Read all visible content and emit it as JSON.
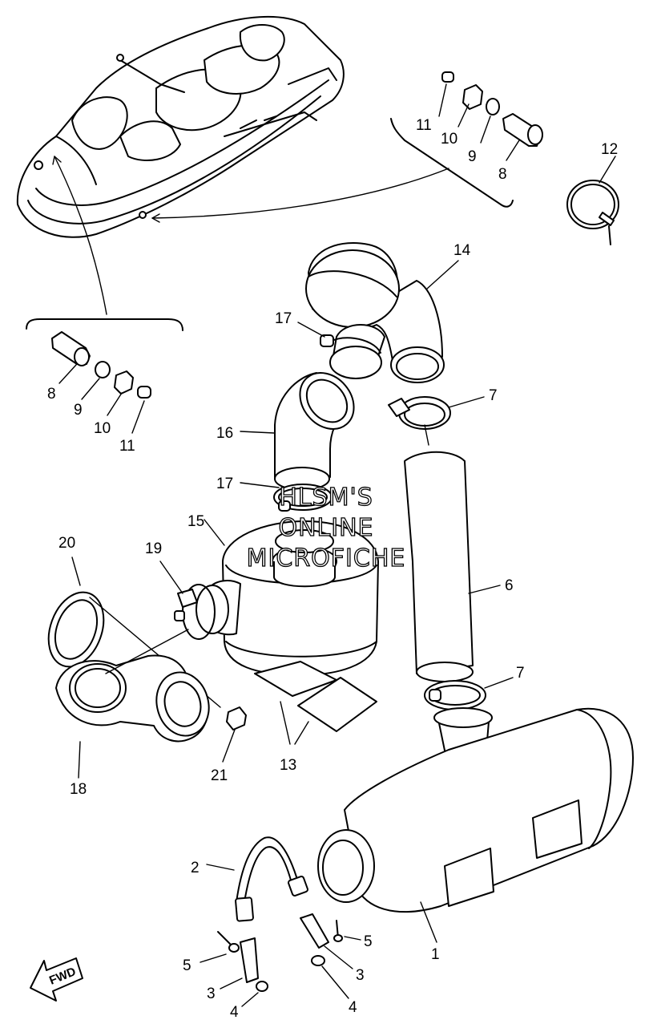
{
  "watermark": {
    "line1": "HLSM'S",
    "line2": "ONLINE",
    "line3": "MICROFICHE"
  },
  "fwd_label": "FWD",
  "labels": {
    "l1": "1",
    "l2": "2",
    "l3a": "3",
    "l3b": "3",
    "l4a": "4",
    "l4b": "4",
    "l5a": "5",
    "l5b": "5",
    "l6": "6",
    "l7a": "7",
    "l7b": "7",
    "l8a": "8",
    "l8b": "8",
    "l9a": "9",
    "l9b": "9",
    "l10a": "10",
    "l10b": "10",
    "l11a": "11",
    "l11b": "11",
    "l12": "12",
    "l13": "13",
    "l14": "14",
    "l15": "15",
    "l16": "16",
    "l17a": "17",
    "l17b": "17",
    "l18": "18",
    "l19": "19",
    "l20": "20",
    "l21": "21"
  }
}
